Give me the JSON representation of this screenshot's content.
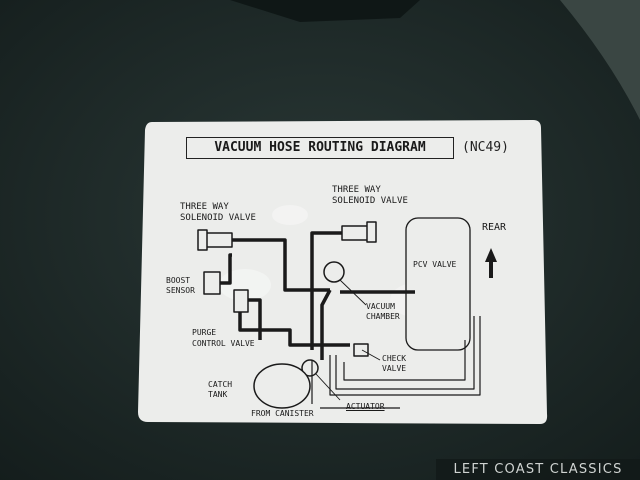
{
  "label": {
    "title": "VACUUM HOSE ROUTING DIAGRAM",
    "model_code": "(NC49)",
    "parts": {
      "three_way_solenoid_valve_left": "THREE WAY\nSOLENOID VALVE",
      "three_way_solenoid_valve_right": "THREE WAY\nSOLENOID VALVE",
      "rear": "REAR",
      "boost_sensor": "BOOST\nSENSOR",
      "pcv_valve": "PCV VALVE",
      "vacuum_chamber": "VACUUM\nCHAMBER",
      "purge_control_valve": "PURGE\nCONTROL VALVE",
      "check_valve": "CHECK\nVALVE",
      "catch_tank": "CATCH\nTANK",
      "from_canister": "FROM CANISTER",
      "actuator": "ACTUATOR"
    }
  },
  "watermark": "LEFT COAST CLASSICS",
  "colors": {
    "background_panel": "#1d2a29",
    "sticker": "#ecedeb",
    "ink": "#1a1a1a"
  }
}
